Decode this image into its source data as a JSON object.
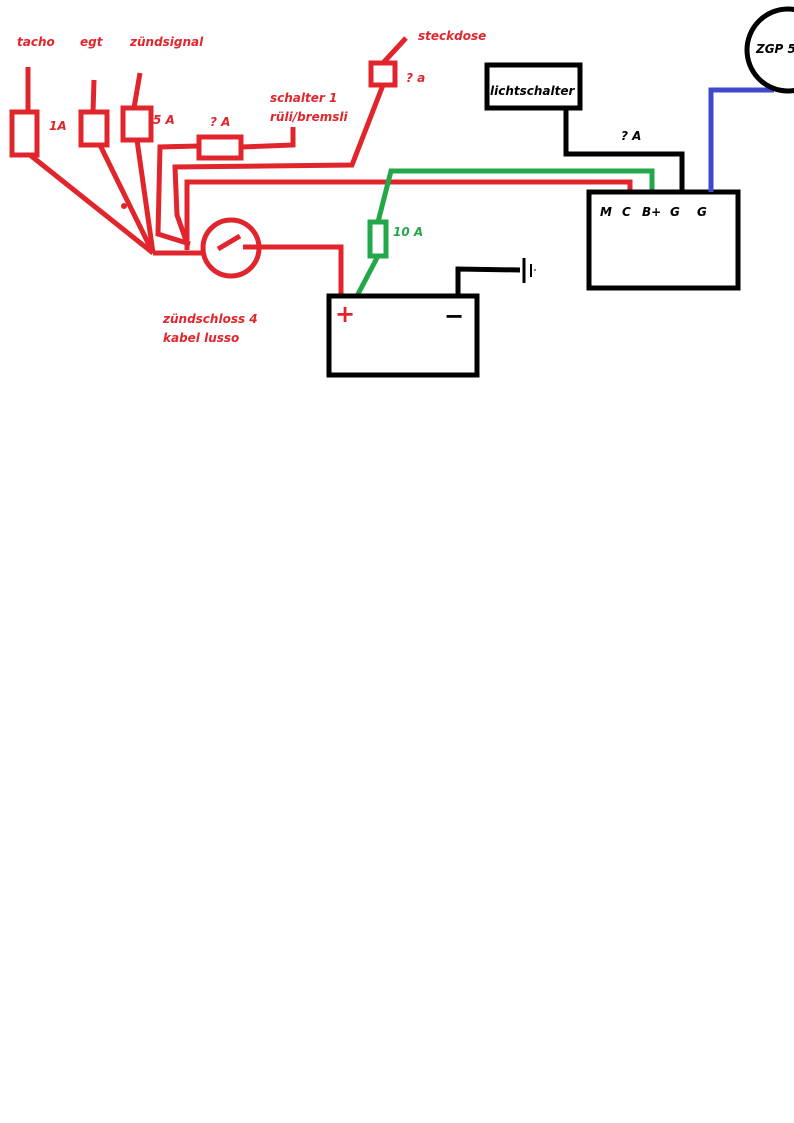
{
  "labels": {
    "tacho": "tacho",
    "egt": "egt",
    "zuendsignal": "zündsignal",
    "steckdose": "steckdose",
    "steckdose_fuse": "? a",
    "fuse_1a": "1A",
    "fuse_5a": "5 A",
    "fuse_q": "? A",
    "schalter_line1": "schalter 1",
    "schalter_line2": "rüli/bremsli",
    "fuse_10a": "10 A",
    "zuendschloss_line1": "zündschloss 4",
    "zuendschloss_line2": "kabel lusso",
    "battery_plus": "+",
    "battery_minus": "−",
    "lichtschalter": "lichtschalter",
    "lichtschalter_fuse": "? A",
    "regler_terminals": [
      "M",
      "C",
      "B+",
      "G",
      "G"
    ],
    "zgp": "ZGP 5"
  },
  "colors": {
    "ignition_wires": "#e0262c",
    "battery_feed": "#22a84a",
    "ground": "#000000",
    "zgp_wire": "#3f48cc"
  }
}
